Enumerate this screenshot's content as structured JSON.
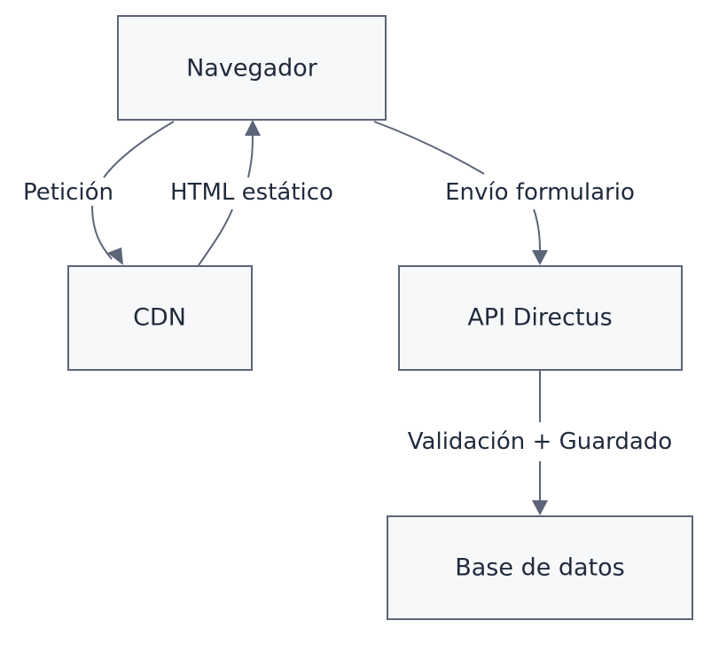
{
  "diagram": {
    "nodes": {
      "navegador": "Navegador",
      "cdn": "CDN",
      "api": "API Directus",
      "db": "Base de datos"
    },
    "edges": {
      "peticion": "Petición",
      "html_estatico": "HTML estático",
      "envio_formulario": "Envío formulario",
      "validacion": "Validación + Guardado"
    }
  },
  "colors": {
    "node_fill": "#f7f8fa",
    "node_stroke": "#5c6478",
    "edge": "#5c6478",
    "text": "#1f2a3c"
  }
}
